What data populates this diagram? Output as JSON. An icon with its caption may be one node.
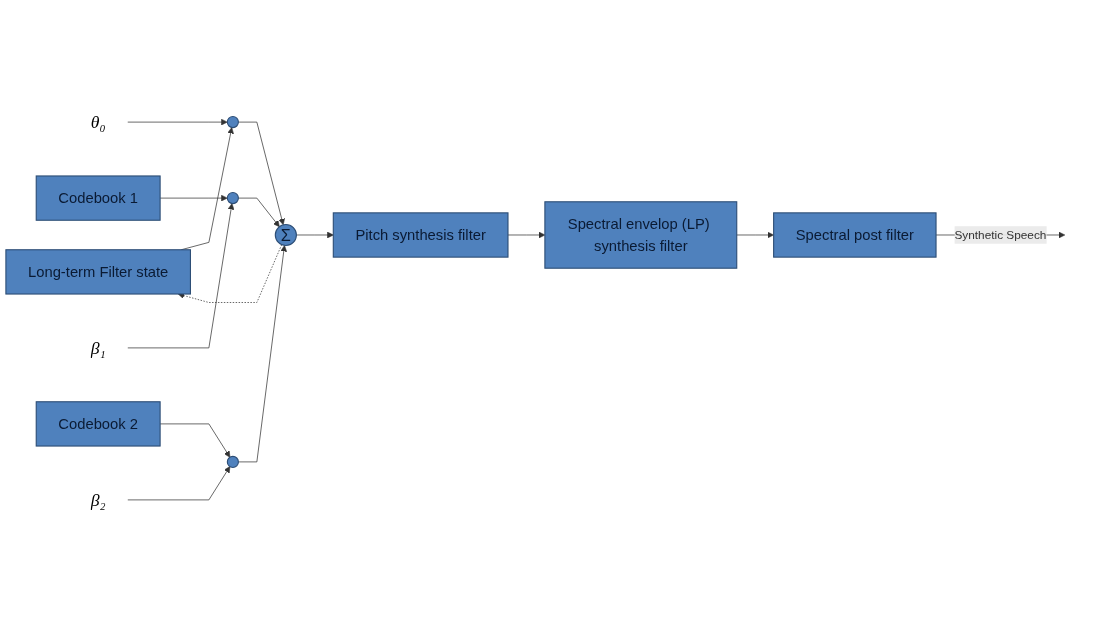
{
  "diagram": {
    "nodes": [
      {
        "text": [
          "Long-term Filter state"
        ]
      },
      {
        "text": [],
        "shape": "circle"
      },
      {
        "text": [
          "θ₀"
        ]
      },
      {
        "text": [
          "Codebook 1"
        ]
      },
      {
        "text": [],
        "shape": "circle"
      },
      {
        "text": [
          "β₁"
        ]
      },
      {
        "text": [
          "Codebook 2"
        ]
      },
      {
        "text": [],
        "shape": "circle"
      },
      {
        "text": [
          "β₂"
        ]
      },
      {
        "text": [
          "Σ"
        ]
      },
      {
        "text": [
          "Pitch synthesis filter"
        ]
      },
      {
        "text": [
          "Spectral envelop (LP) synthesis filter"
        ]
      },
      {
        "text": [
          "Spectral post filter"
        ]
      }
    ],
    "edges": [
      {
        "from": 0,
        "to": 1,
        "arrow": "to"
      },
      {
        "from": 2,
        "to": 1,
        "arrow": "to"
      },
      {
        "from": 1,
        "to": 9,
        "arrow": "to"
      },
      {
        "from": 3,
        "to": 4,
        "arrow": "to"
      },
      {
        "from": 5,
        "to": 4,
        "arrow": "to"
      },
      {
        "from": 4,
        "to": 9,
        "arrow": "to"
      },
      {
        "from": 6,
        "to": 7,
        "arrow": "to"
      },
      {
        "from": 8,
        "to": 7,
        "arrow": "to"
      },
      {
        "from": 7,
        "to": 9,
        "arrow": "to"
      },
      {
        "from": 9,
        "to": 10,
        "arrow": "to"
      },
      {
        "from": 10,
        "to": 11,
        "arrow": "to"
      },
      {
        "from": 11,
        "to": 12,
        "arrow": "to"
      },
      {
        "from": 12,
        "to": null,
        "arrow": "to",
        "label": "Synthetic Speech"
      },
      {
        "from": 9,
        "to": 0,
        "arrow": "to",
        "style": "dashed"
      }
    ]
  }
}
